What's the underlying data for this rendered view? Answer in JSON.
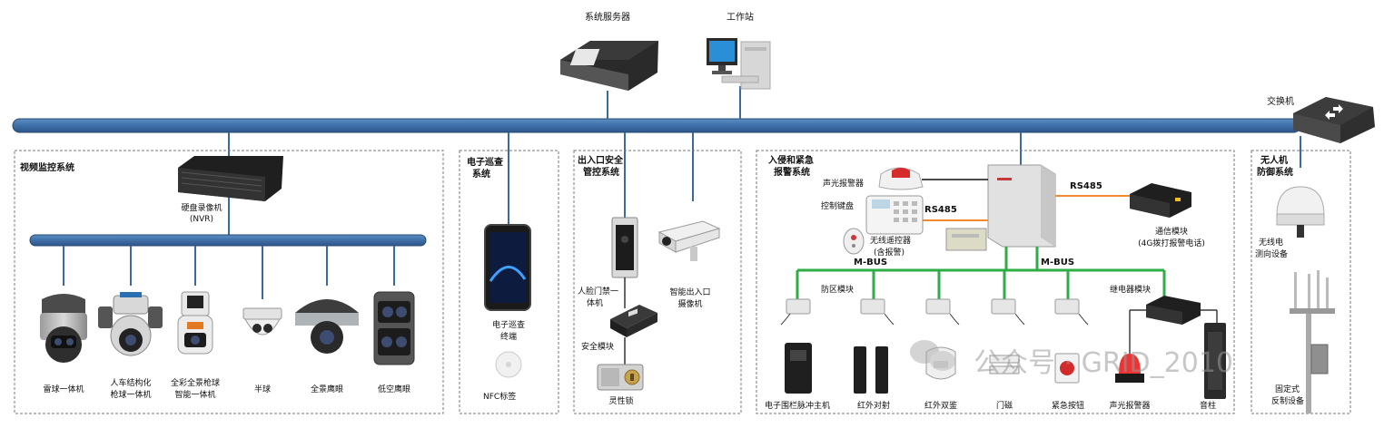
{
  "top": {
    "server": "系统服务器",
    "workstation": "工作站",
    "switch": "交换机"
  },
  "video": {
    "title": "视频监控系统",
    "nvr": [
      "硬盘录像机",
      "(NVR)"
    ],
    "cam1": "雷球一体机",
    "cam2": [
      "人车结构化",
      "枪球一体机"
    ],
    "cam3": [
      "全彩全景枪球",
      "智能一体机"
    ],
    "cam4": "半球",
    "cam5": "全景鹰眼",
    "cam6": "低空鹰眼"
  },
  "patrol": {
    "title": [
      "电子巡查",
      "系统"
    ],
    "terminal": [
      "电子巡查",
      "终端"
    ],
    "nfc": "NFC标签"
  },
  "access": {
    "title": [
      "出入口安全",
      "管控系统"
    ],
    "face": [
      "人脸门禁一",
      "体机"
    ],
    "camera": [
      "智能出入口",
      "摄像机"
    ],
    "secmodule": "安全模块",
    "lock": "灵性锁"
  },
  "intrusion": {
    "title": [
      "入侵和紧急",
      "报警系统"
    ],
    "siren": "声光报警器",
    "keypad": "控制键盘",
    "rs485a": "RS485",
    "rs485b": "RS485",
    "remote": [
      "无线遥控器",
      "(含报警)"
    ],
    "mbus1": "M-BUS",
    "mbus2": "M-BUS",
    "comm": [
      "通信模块",
      "(4G拨打报警电话)"
    ],
    "zone": "防区模块",
    "relay": "继电器模块",
    "fence": "电子围栏脉冲主机",
    "ir_beam": "红外对射",
    "ir_dual": "红外双鉴",
    "door": "门磁",
    "button": "紧急按钮",
    "alarm": "声光报警器",
    "speaker": "音柱"
  },
  "uav": {
    "title": [
      "无人机",
      "防御系统"
    ],
    "detector": [
      "无线电",
      "测向设备"
    ],
    "jammer": [
      "固定式",
      "反制设备"
    ]
  },
  "watermark": "公众号 · GRID_2010"
}
